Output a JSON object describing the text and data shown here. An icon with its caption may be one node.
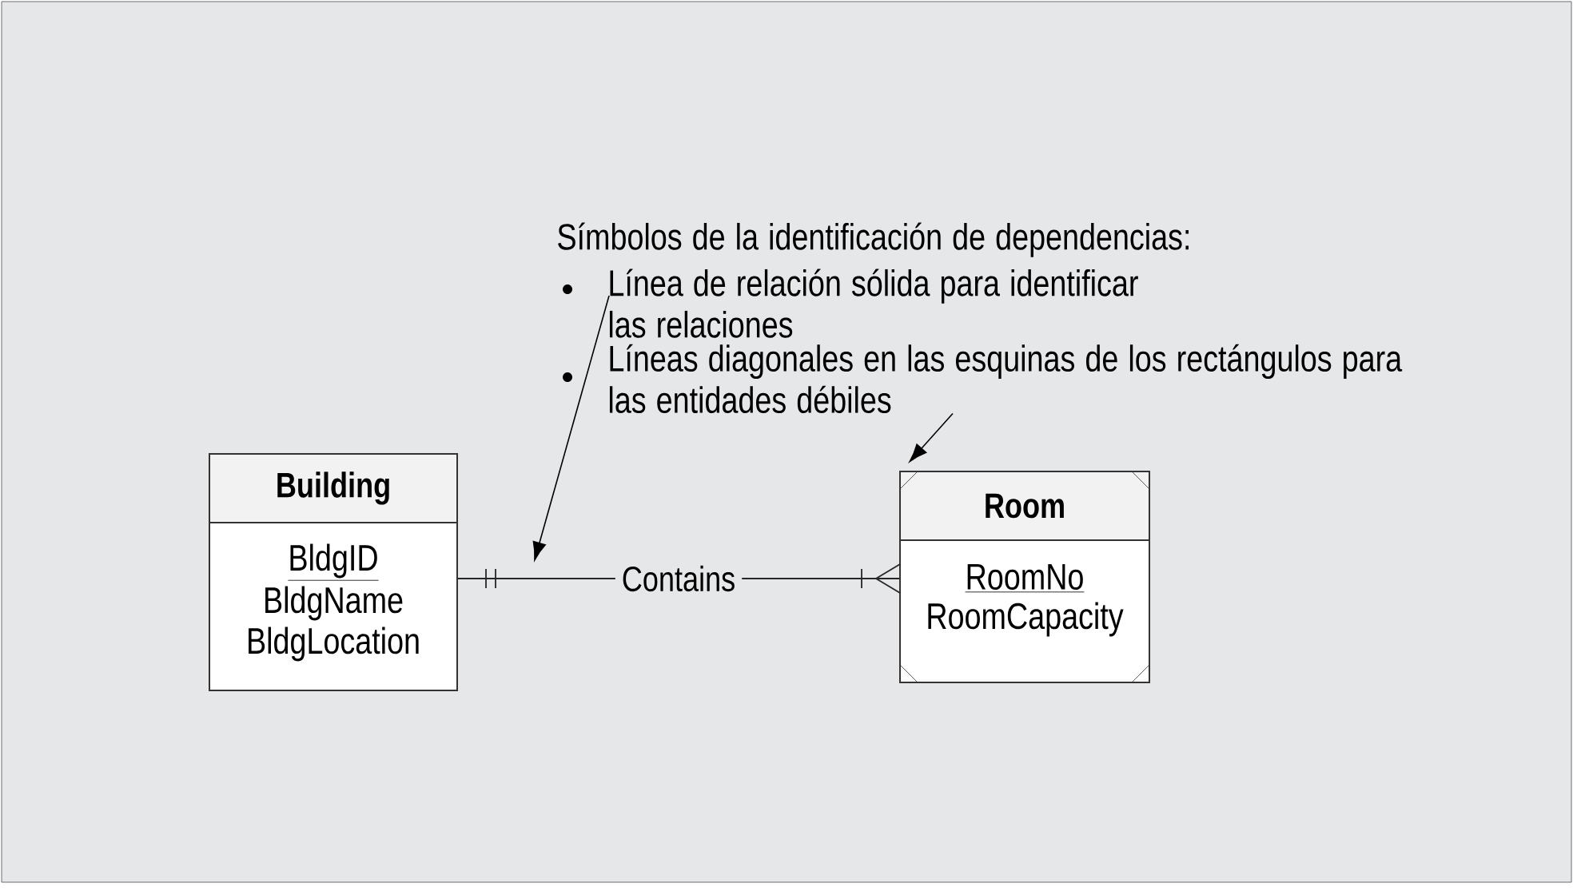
{
  "diagram": {
    "nodes": [
      {
        "text": [
          "Building",
          "BldgID",
          "BldgName",
          "BldgLocation"
        ]
      },
      {
        "text": [
          "Room",
          "RoomNo",
          "RoomCapacity"
        ]
      },
      {
        "text": [
          "Símbolos de la identificación de dependencias:",
          "Línea de relación sólida para identificar las relaciones",
          "Líneas diagonales en las esquinas de los rectángulos para las entidades débiles"
        ]
      }
    ],
    "edges": [
      {
        "from": 0,
        "to": 1,
        "arrow": "other",
        "label": "Contains"
      },
      {
        "from": 2,
        "to": null,
        "arrow": "to"
      },
      {
        "from": 2,
        "to": 1,
        "arrow": "to"
      }
    ]
  }
}
